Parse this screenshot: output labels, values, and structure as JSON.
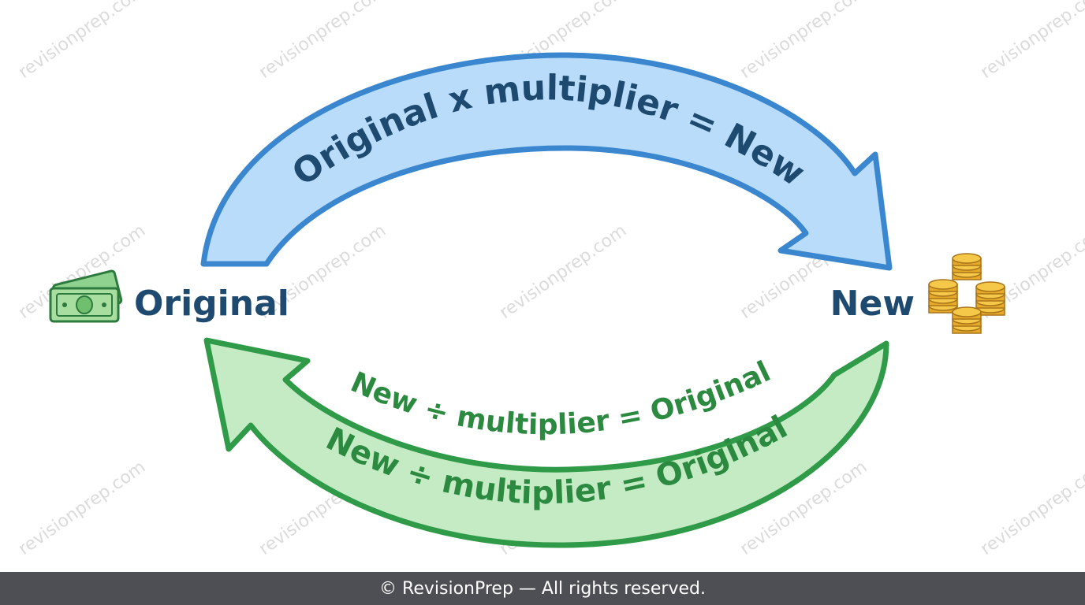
{
  "diagram": {
    "nodes": {
      "original": {
        "label": "Original",
        "icon": "banknotes-icon"
      },
      "new": {
        "label": "New",
        "icon": "coin-stacks-icon"
      }
    },
    "arrows": {
      "forward": {
        "label": "Original x multiplier = New",
        "direction": "Original to New",
        "fill": "#b9dcfa",
        "stroke": "#3b87cf",
        "text_color": "#1d4a6e"
      },
      "inverse": {
        "label": "New ÷ multiplier = Original",
        "label_repeat": "New ÷ multiplier = Original",
        "direction": "New to Original",
        "fill": "#c4ebc4",
        "stroke": "#2f9a48",
        "text_color": "#2b8a3f"
      }
    }
  },
  "watermark": {
    "text": "revisionprep.com",
    "color": "#cfcfcf"
  },
  "footer": {
    "text": "© RevisionPrep — All rights reserved.",
    "background": "#4e4f54"
  }
}
